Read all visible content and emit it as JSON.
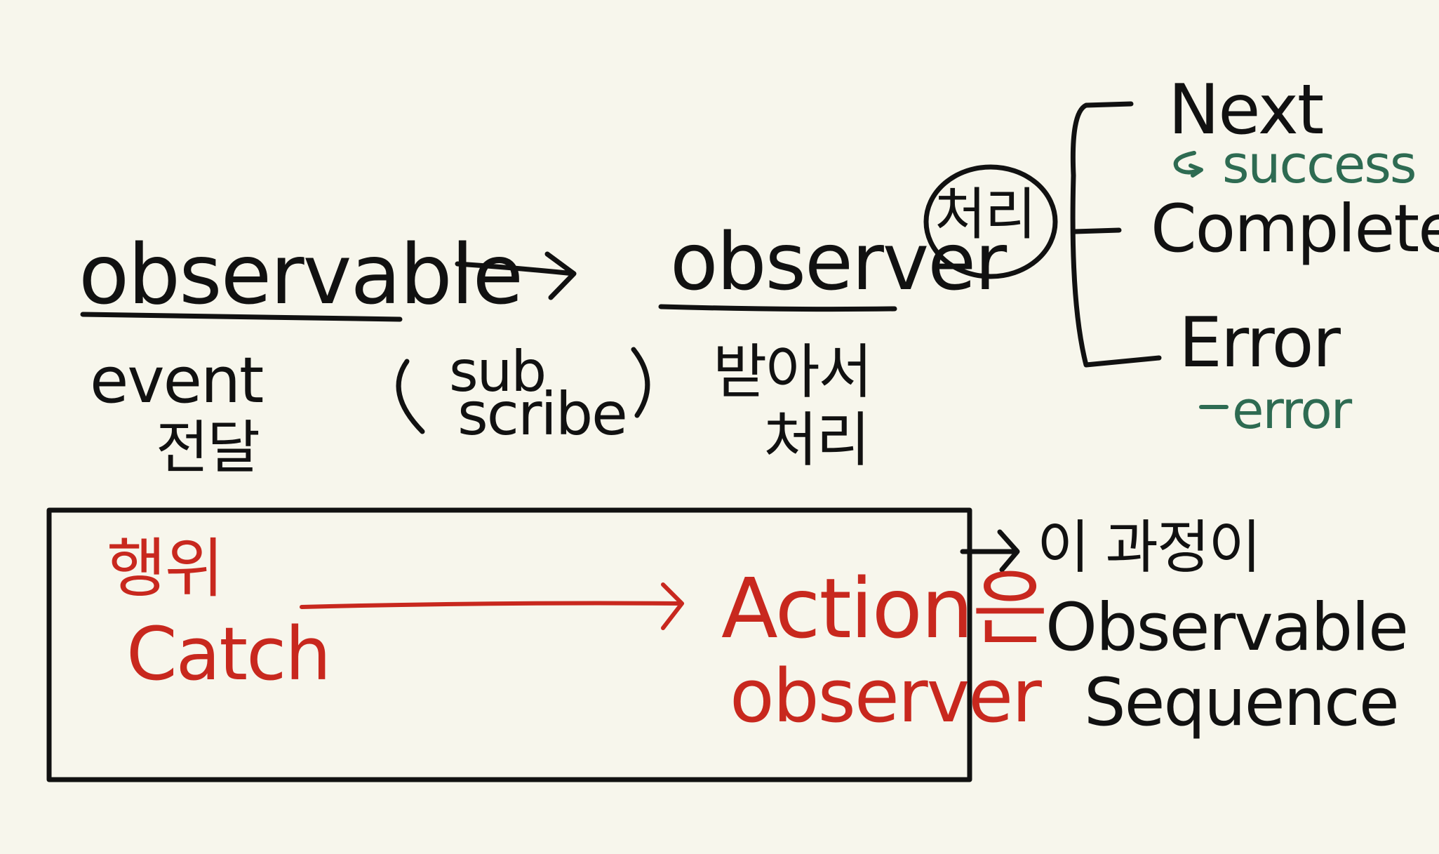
{
  "top": {
    "observable": "observable",
    "observable_desc_1": "event",
    "observable_desc_2": "전달",
    "subscribe_1": "sub",
    "subscribe_2": "scribe",
    "observer": "observer",
    "observer_desc_1": "받아서",
    "observer_desc_2": "처리",
    "circle_label": "처리"
  },
  "outcomes": {
    "next": "Next",
    "next_note": "success",
    "completed": "Completed",
    "error": "Error",
    "error_note": "error"
  },
  "box": {
    "action_1": "행위",
    "action_2": "Catch",
    "target_1": "Action은",
    "target_2": "observer"
  },
  "side_note": {
    "line_1": "이 과정이",
    "line_2": "Observable",
    "line_3": "Sequence"
  },
  "colors": {
    "background": "#f7f6ec",
    "ink": "#111111",
    "red": "#c8281e",
    "green": "#2e6b52"
  }
}
